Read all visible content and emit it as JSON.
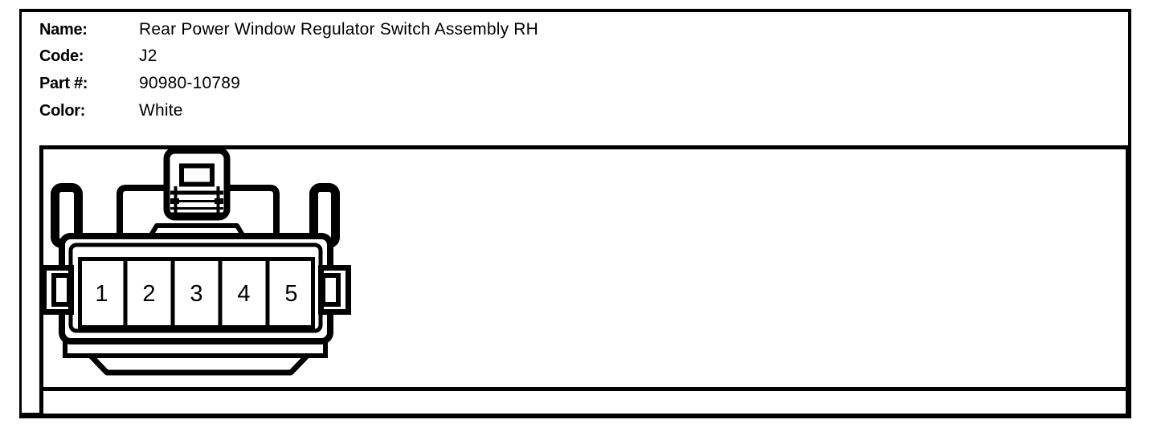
{
  "page": {
    "background_color": "#ffffff",
    "line_color": "#000000"
  },
  "header": {
    "fields": [
      {
        "label": "Name:",
        "value": "Rear Power Window Regulator Switch Assembly RH"
      },
      {
        "label": "Code:",
        "value": "J2"
      },
      {
        "label": "Part #:",
        "value": "90980-10789"
      },
      {
        "label": "Color:",
        "value": "White"
      }
    ]
  },
  "connector": {
    "description": "5-pin connector, front view line drawing",
    "pins": [
      "1",
      "2",
      "3",
      "4",
      "5"
    ]
  }
}
